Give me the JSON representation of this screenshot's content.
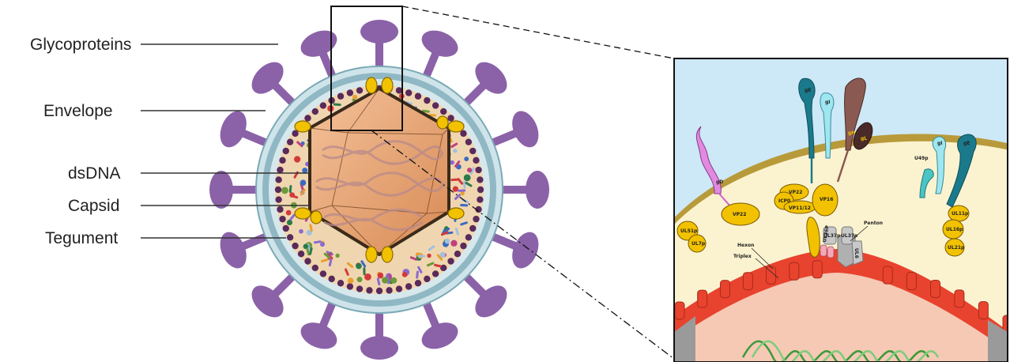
{
  "labels": {
    "glycoproteins": "Glycoproteins",
    "envelope": "Envelope",
    "dsdna": "dsDNA",
    "capsid": "Capsid",
    "tegument": "Tegument"
  },
  "inset": {
    "gD": "gD",
    "gE": "gE",
    "gI": "gI",
    "gH": "gH",
    "gL": "gL",
    "gI_right": "gI",
    "gE_right": "gE",
    "ul49p": "U49p",
    "vp22": "VP22",
    "vp22_b": "VP22",
    "icp0": "ICP0",
    "vp11_12": "VP11/12",
    "vp16": "VP16",
    "ul36p": "UL36P",
    "ul37p_a": "UL37p",
    "ul37p_b": "UL37p",
    "penton": "Penton",
    "hexon": "Hexon",
    "triplex": "Triplex",
    "ul51p": "UL51p",
    "ul7p": "UL7p",
    "ul11p": "UL11p",
    "ul16p": "UL16p",
    "ul21p": "UL21p",
    "ul6": "UL6"
  },
  "colors": {
    "glycoprotein": "#8b62a8",
    "envelope": "#8fb8c4",
    "tegument": "#f0d6b0",
    "capsid": "#e0a070",
    "tegument_protein": "#f2c200",
    "inset_bg_top": "#cde8f7",
    "inset_bg_bottom": "#fbf3d0",
    "membrane": "#b89a3a",
    "capsid_shell": "#e8432e"
  }
}
